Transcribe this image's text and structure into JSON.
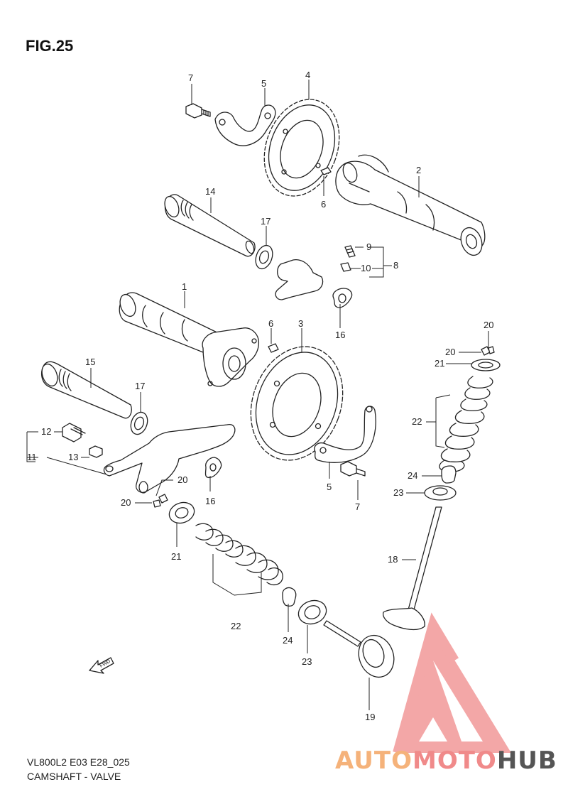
{
  "figure": {
    "title": "FIG.25",
    "code": "VL800L2 E03 E28_025",
    "caption": "CAMSHAFT - VALVE"
  },
  "callouts": {
    "c7a": "7",
    "c5a": "5",
    "c4": "4",
    "c2": "2",
    "c6a": "6",
    "c14": "14",
    "c17a": "17",
    "c9": "9",
    "c10": "10",
    "c8": "8",
    "c16a": "16",
    "c1": "1",
    "c6b": "6",
    "c3": "3",
    "c20a": "20",
    "c20b": "20",
    "c21a": "21",
    "c22a": "22",
    "c24a": "24",
    "c23a": "23",
    "c18": "18",
    "c15": "15",
    "c17b": "17",
    "c12": "12",
    "c11": "11",
    "c13": "13",
    "c20c": "20",
    "c20d": "20",
    "c16b": "16",
    "c5b": "5",
    "c7b": "7",
    "c21b": "21",
    "c22b": "22",
    "c24b": "24",
    "c23b": "23",
    "c19": "19"
  },
  "fwd_label": "FWD",
  "watermark": {
    "part1": "AUTO",
    "part2": "MOTO",
    "part3": "HUB",
    "color_auto": "#f5b27a",
    "color_moto": "#f08a8a",
    "color_hub": "#555555"
  }
}
